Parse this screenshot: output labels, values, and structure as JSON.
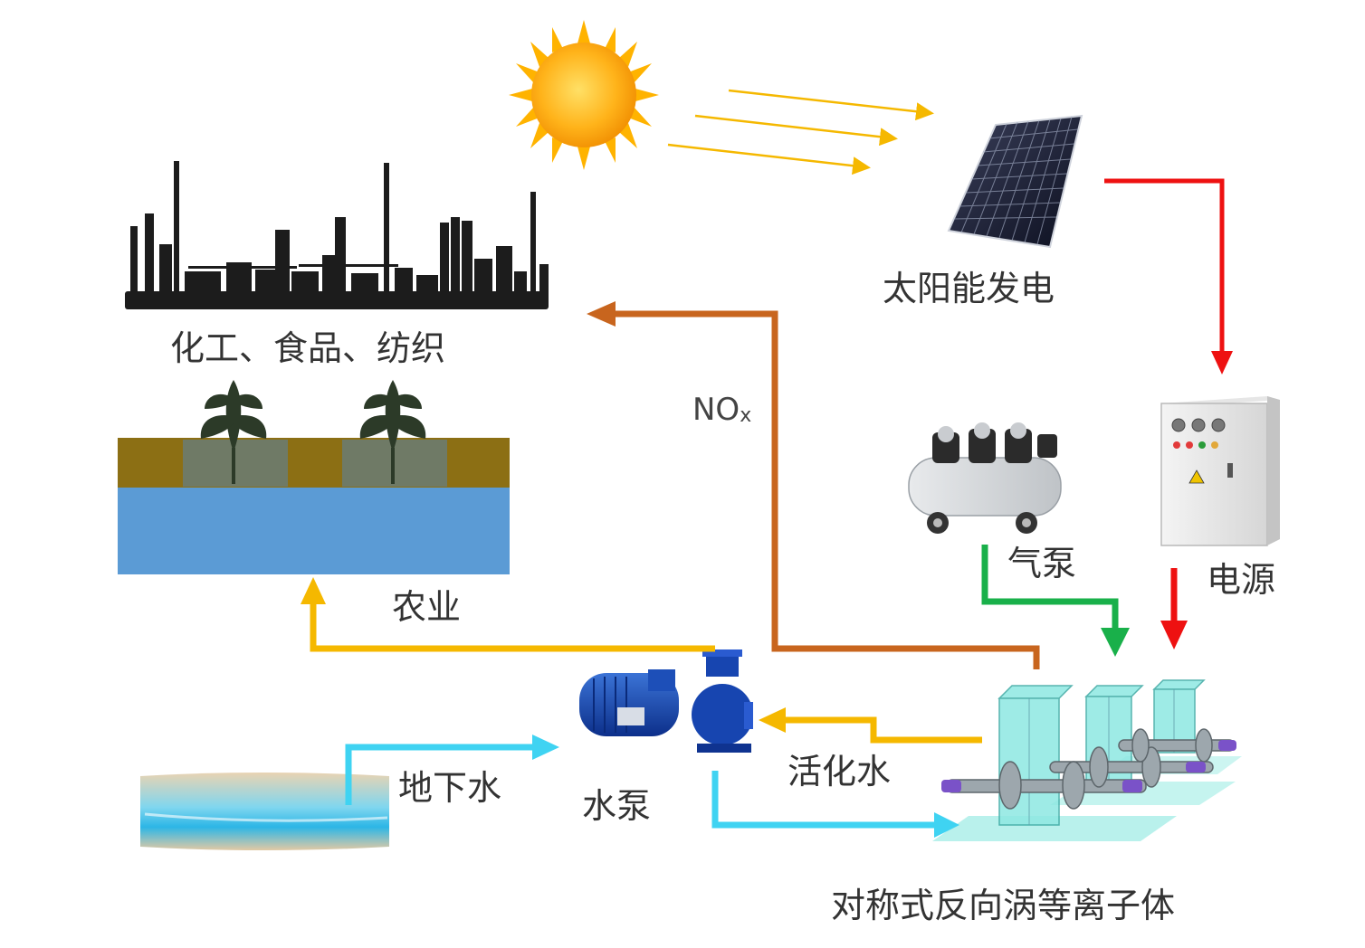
{
  "diagram": {
    "labels": {
      "solar": "太阳能发电",
      "industry": "化工、食品、纺织",
      "agriculture": "农业",
      "nox_main": "NO",
      "nox_sub": "x",
      "air_pump": "气泵",
      "power_supply": "电源",
      "activated_water": "活化水",
      "groundwater": "地下水",
      "water_pump": "水泵",
      "plasma": "对称式反向涡等离子体"
    },
    "icons": [
      "sun-icon",
      "sunlight-rays",
      "solar-panel-icon",
      "factory-skyline-icon",
      "plant-field-icon",
      "control-cabinet-icon",
      "air-compressor-icon",
      "water-pump-icon",
      "groundwater-layer-icon",
      "plasma-reactor-icon"
    ],
    "flows": [
      {
        "from": "solar",
        "to": "power_supply",
        "color": "#ee1111"
      },
      {
        "from": "power_supply",
        "to": "plasma",
        "color": "#ee1111"
      },
      {
        "from": "air_pump",
        "to": "plasma",
        "color": "#19b04a"
      },
      {
        "from": "plasma",
        "to": "industry",
        "label": "NOx",
        "color": "#c8651e"
      },
      {
        "from": "plasma",
        "to": "water_pump",
        "label": "活化水",
        "color": "#f5b800"
      },
      {
        "from": "water_pump",
        "to": "agriculture",
        "color": "#f5b800"
      },
      {
        "from": "groundwater",
        "to": "water_pump",
        "color": "#3fd3f2"
      },
      {
        "from": "water_pump",
        "to": "plasma",
        "color": "#3fd3f2"
      }
    ],
    "colors": {
      "red": "#ee1111",
      "green": "#19b04a",
      "orange": "#c8651e",
      "yellow": "#f5b800",
      "cyan": "#3fd3f2",
      "soil": "#8c6f14",
      "water": "#5b9bd5"
    }
  }
}
